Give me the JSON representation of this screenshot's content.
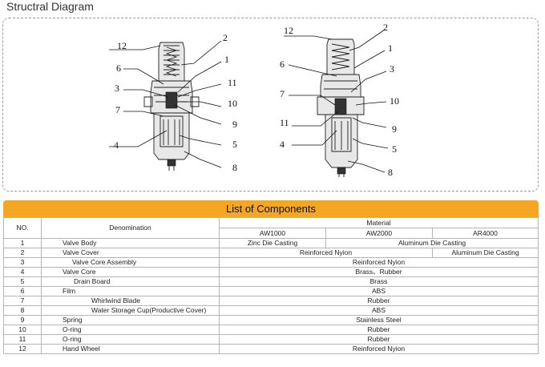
{
  "title": "Structral Diagram",
  "callouts_left": [
    "12",
    "2",
    "6",
    "1",
    "3",
    "11",
    "10",
    "7",
    "9",
    "4",
    "5",
    "8"
  ],
  "callouts_right": [
    "12",
    "2",
    "1",
    "6",
    "3",
    "7",
    "10",
    "11",
    "9",
    "4",
    "5",
    "8"
  ],
  "list_title": "List of Components",
  "table": {
    "col_no": "NO.",
    "col_denomination": "Denomination",
    "col_material": "Material",
    "models": [
      "AW1000",
      "AW2000",
      "AR4000"
    ],
    "rows": [
      {
        "no": "1",
        "name": "Valve Body",
        "cells": [
          {
            "text": "Zinc Die Casting",
            "span": 1
          },
          {
            "text": "Aluminum Die Casting",
            "span": 2
          }
        ]
      },
      {
        "no": "2",
        "name": "Valve Cover",
        "cells": [
          {
            "text": "Reinforced Nyion",
            "span": 2
          },
          {
            "text": "Aluminum Die Casting",
            "span": 1
          }
        ]
      },
      {
        "no": "3",
        "name": "Valve Core Assembly",
        "cells": [
          {
            "text": "Reinforced Nyion",
            "span": 3
          }
        ]
      },
      {
        "no": "4",
        "name": "Valve Core",
        "cells": [
          {
            "text": "Brass、Rubber",
            "span": 3
          }
        ]
      },
      {
        "no": "5",
        "name": "Drain Board",
        "cells": [
          {
            "text": "Brass",
            "span": 3
          }
        ]
      },
      {
        "no": "6",
        "name": "Film",
        "cells": [
          {
            "text": "ABS",
            "span": 3
          }
        ]
      },
      {
        "no": "7",
        "name": "Whirlwind Blade",
        "cells": [
          {
            "text": "Rubber",
            "span": 3
          }
        ]
      },
      {
        "no": "8",
        "name": "Water Storage Cup(Productive Cover)",
        "cells": [
          {
            "text": "ABS",
            "span": 3
          }
        ]
      },
      {
        "no": "9",
        "name": "Spring",
        "cells": [
          {
            "text": "Stainless Steel",
            "span": 3
          }
        ]
      },
      {
        "no": "10",
        "name": "O-ring",
        "cells": [
          {
            "text": "Rubber",
            "span": 3
          }
        ]
      },
      {
        "no": "11",
        "name": "O-ring",
        "cells": [
          {
            "text": "Rubber",
            "span": 3
          }
        ]
      },
      {
        "no": "12",
        "name": "Hand Wheel",
        "cells": [
          {
            "text": "Reinforced Nyion",
            "span": 3
          }
        ]
      }
    ]
  }
}
